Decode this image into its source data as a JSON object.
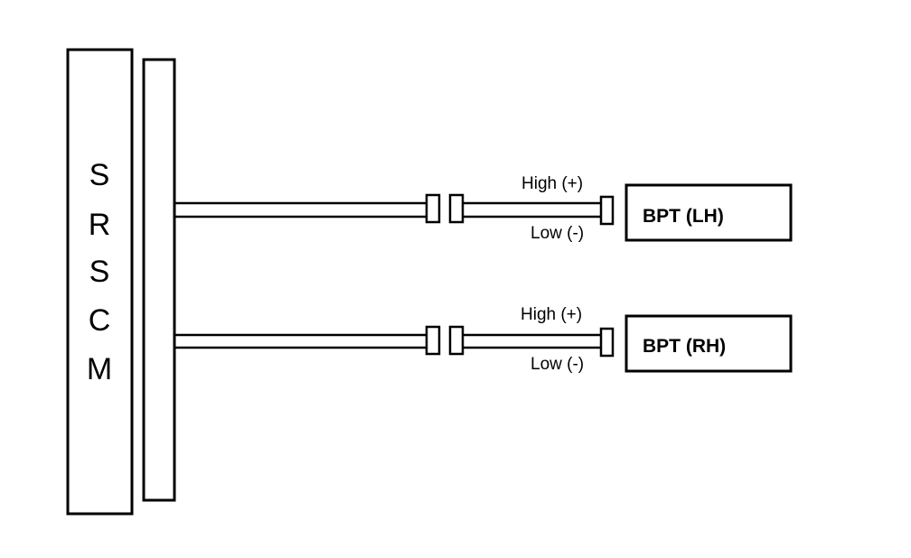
{
  "module": {
    "letters": [
      "S",
      "R",
      "S",
      "C",
      "M"
    ]
  },
  "circuits": [
    {
      "sensor_label": "BPT (LH)",
      "high_label": "High (+)",
      "low_label": "Low (-)"
    },
    {
      "sensor_label": "BPT (RH)",
      "high_label": "High (+)",
      "low_label": "Low (-)"
    }
  ]
}
